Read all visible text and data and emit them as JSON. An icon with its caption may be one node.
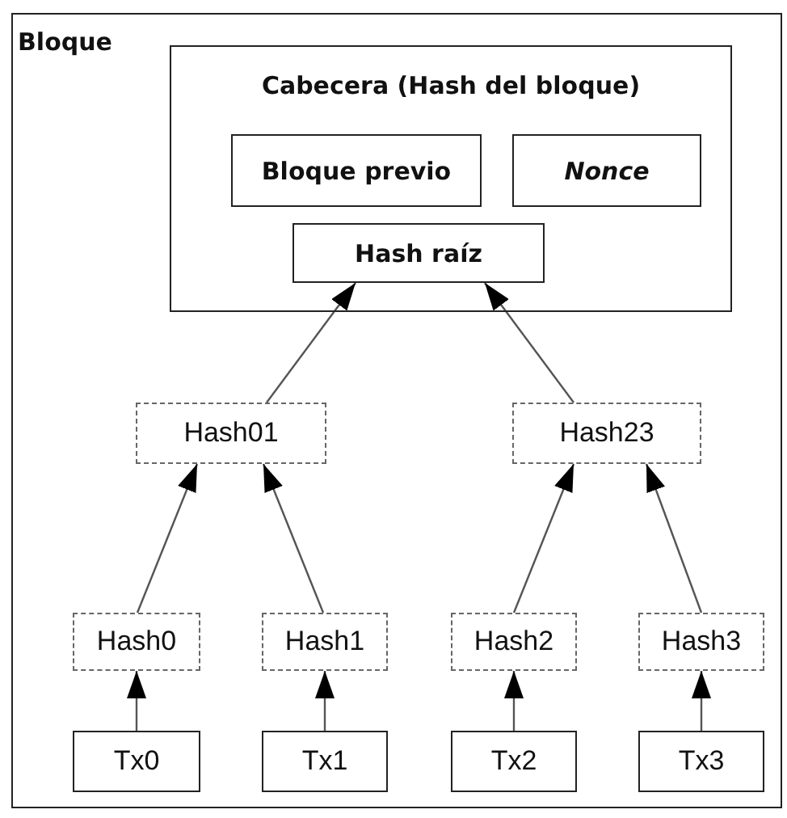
{
  "diagram": {
    "nodes": [
      {
        "text": [
          "Bloque"
        ]
      },
      {
        "text": [
          "Cabecera (Hash del bloque)"
        ],
        "in": 0
      },
      {
        "text": [
          "Bloque previo"
        ],
        "in": 1
      },
      {
        "text": [
          "Nonce"
        ],
        "in": 1
      },
      {
        "text": [
          "Hash raíz"
        ],
        "in": 1
      },
      {
        "text": [
          "Hash01"
        ],
        "in": 0
      },
      {
        "text": [
          "Hash23"
        ],
        "in": 0
      },
      {
        "text": [
          "Hash0"
        ],
        "in": 0
      },
      {
        "text": [
          "Hash1"
        ],
        "in": 0
      },
      {
        "text": [
          "Hash2"
        ],
        "in": 0
      },
      {
        "text": [
          "Hash3"
        ],
        "in": 0
      },
      {
        "text": [
          "Tx0"
        ],
        "in": 0
      },
      {
        "text": [
          "Tx1"
        ],
        "in": 0
      },
      {
        "text": [
          "Tx2"
        ],
        "in": 0
      },
      {
        "text": [
          "Tx3"
        ],
        "in": 0
      }
    ],
    "edges": [
      {
        "from": 5,
        "to": 4,
        "arrow": "to"
      },
      {
        "from": 6,
        "to": 4,
        "arrow": "to"
      },
      {
        "from": 7,
        "to": 5,
        "arrow": "to"
      },
      {
        "from": 8,
        "to": 5,
        "arrow": "to"
      },
      {
        "from": 9,
        "to": 6,
        "arrow": "to"
      },
      {
        "from": 10,
        "to": 6,
        "arrow": "to"
      },
      {
        "from": 11,
        "to": 7,
        "arrow": "to"
      },
      {
        "from": 12,
        "to": 8,
        "arrow": "to"
      },
      {
        "from": 13,
        "to": 9,
        "arrow": "to"
      },
      {
        "from": 14,
        "to": 10,
        "arrow": "to"
      }
    ]
  }
}
